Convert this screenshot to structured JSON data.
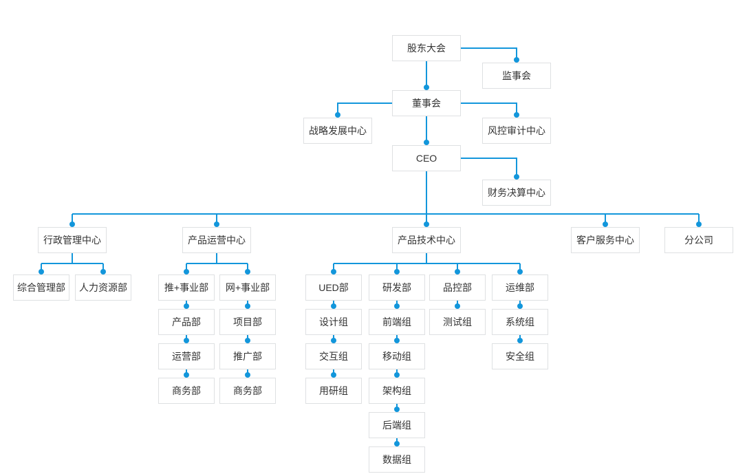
{
  "colors": {
    "connector": "#1296db",
    "box_border": "#dee0e2",
    "box_bg": "#ffffff",
    "text": "#333333",
    "background": "#ffffff"
  },
  "nodes": {
    "shareholders": "股东大会",
    "supervisory": "监事会",
    "board": "董事会",
    "strategy_center": "战略发展中心",
    "risk_audit_center": "风控审计中心",
    "ceo": "CEO",
    "finance_center": "财务决算中心",
    "admin_center": "行政管理中心",
    "ops_center": "产品运营中心",
    "tech_center": "产品技术中心",
    "service_center": "客户服务中心",
    "branch_company": "分公司",
    "general_admin_dept": "综合管理部",
    "hr_dept": "人力资源部",
    "tui_division": "推+事业部",
    "wang_division": "网+事业部",
    "ued_dept": "UED部",
    "rd_dept": "研发部",
    "qc_dept": "品控部",
    "om_dept": "运维部",
    "product_dept": "产品部",
    "project_dept": "项目部",
    "design_group": "设计组",
    "frontend_group": "前端组",
    "test_group": "测试组",
    "system_group": "系统组",
    "operation_dept": "运营部",
    "promotion_dept": "推广部",
    "interaction_group": "交互组",
    "mobile_group": "移动组",
    "security_group": "安全组",
    "business_dept_tui": "商务部",
    "business_dept_wang": "商务部",
    "research_group": "用研组",
    "architecture_group": "架构组",
    "backend_group": "后端组",
    "data_group": "数据组"
  },
  "edges": [
    [
      "shareholders",
      "supervisory"
    ],
    [
      "shareholders",
      "board"
    ],
    [
      "board",
      "strategy_center"
    ],
    [
      "board",
      "risk_audit_center"
    ],
    [
      "board",
      "ceo"
    ],
    [
      "ceo",
      "finance_center"
    ],
    [
      "ceo",
      "admin_center"
    ],
    [
      "ceo",
      "ops_center"
    ],
    [
      "ceo",
      "tech_center"
    ],
    [
      "ceo",
      "service_center"
    ],
    [
      "ceo",
      "branch_company"
    ],
    [
      "admin_center",
      "general_admin_dept"
    ],
    [
      "admin_center",
      "hr_dept"
    ],
    [
      "ops_center",
      "tui_division"
    ],
    [
      "ops_center",
      "wang_division"
    ],
    [
      "tui_division",
      "product_dept"
    ],
    [
      "product_dept",
      "operation_dept"
    ],
    [
      "operation_dept",
      "business_dept_tui"
    ],
    [
      "wang_division",
      "project_dept"
    ],
    [
      "project_dept",
      "promotion_dept"
    ],
    [
      "promotion_dept",
      "business_dept_wang"
    ],
    [
      "tech_center",
      "ued_dept"
    ],
    [
      "tech_center",
      "rd_dept"
    ],
    [
      "tech_center",
      "qc_dept"
    ],
    [
      "tech_center",
      "om_dept"
    ],
    [
      "ued_dept",
      "design_group"
    ],
    [
      "design_group",
      "interaction_group"
    ],
    [
      "interaction_group",
      "research_group"
    ],
    [
      "rd_dept",
      "frontend_group"
    ],
    [
      "frontend_group",
      "mobile_group"
    ],
    [
      "mobile_group",
      "architecture_group"
    ],
    [
      "architecture_group",
      "backend_group"
    ],
    [
      "backend_group",
      "data_group"
    ],
    [
      "qc_dept",
      "test_group"
    ],
    [
      "om_dept",
      "system_group"
    ],
    [
      "system_group",
      "security_group"
    ]
  ]
}
